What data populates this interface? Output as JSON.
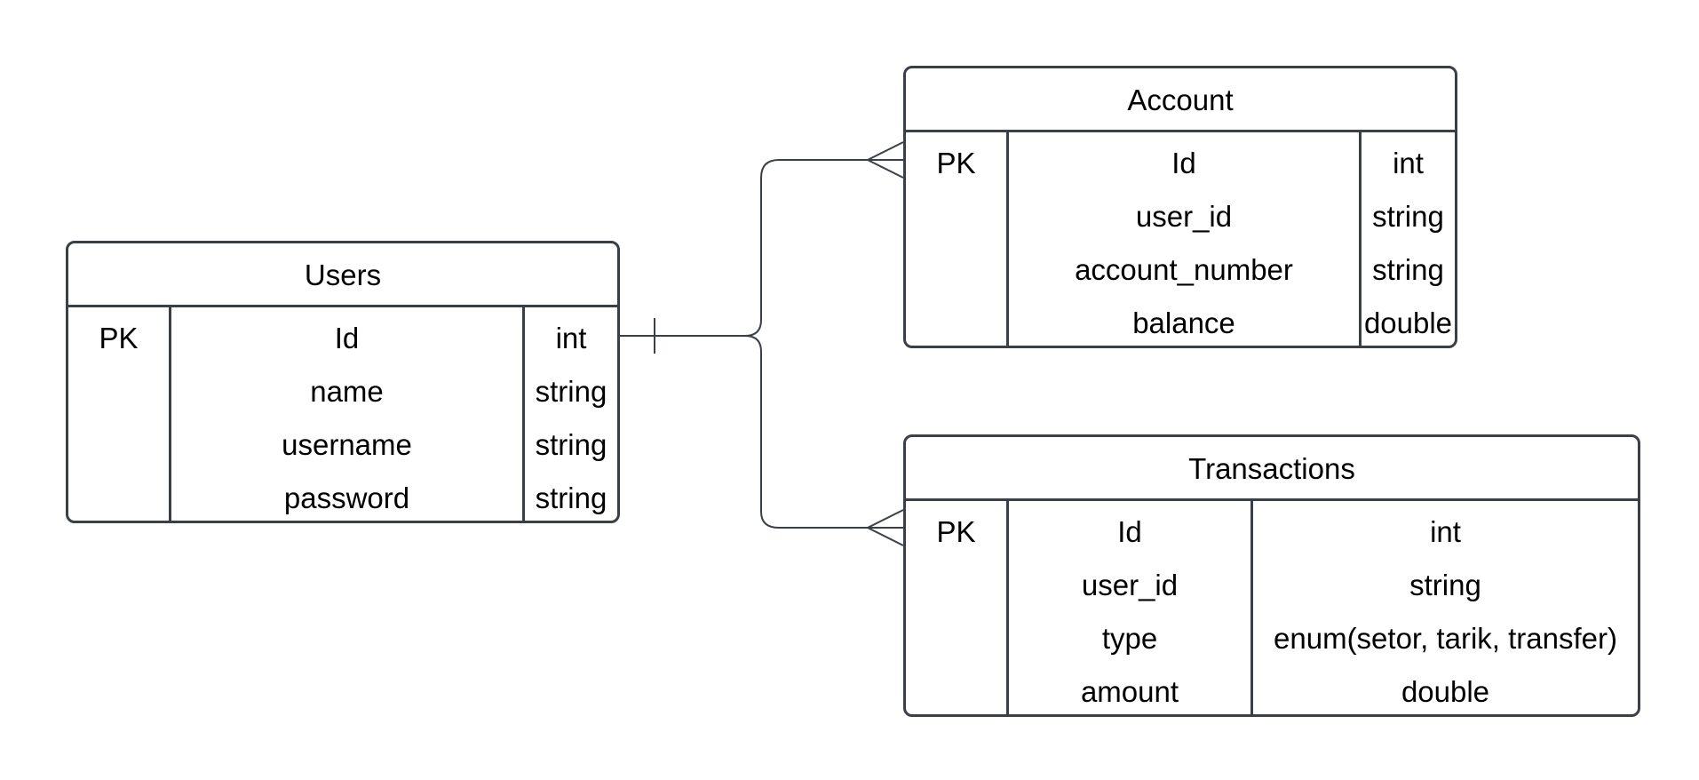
{
  "diagram": {
    "colors": {
      "stroke": "#3b3f47",
      "background": "#ffffff",
      "text": "#000000"
    },
    "entities": {
      "users": {
        "title": "Users",
        "key_col": [
          "PK",
          "",
          "",
          ""
        ],
        "field_col": [
          "Id",
          "name",
          "username",
          "password"
        ],
        "type_col": [
          "int",
          "string",
          "string",
          "string"
        ]
      },
      "account": {
        "title": "Account",
        "key_col": [
          "PK",
          "",
          "",
          ""
        ],
        "field_col": [
          "Id",
          "user_id",
          "account_number",
          "balance"
        ],
        "type_col": [
          "int",
          "string",
          "string",
          "double"
        ]
      },
      "transactions": {
        "title": "Transactions",
        "key_col": [
          "PK",
          "",
          "",
          ""
        ],
        "field_col": [
          "Id",
          "user_id",
          "type",
          "amount"
        ],
        "type_col": [
          "int",
          "string",
          "enum(setor, tarik, transfer)",
          "double"
        ]
      }
    },
    "relationships": [
      {
        "from": "Users",
        "to": "Account",
        "from_cardinality": "one",
        "to_cardinality": "many"
      },
      {
        "from": "Users",
        "to": "Transactions",
        "from_cardinality": "one",
        "to_cardinality": "many"
      }
    ]
  }
}
